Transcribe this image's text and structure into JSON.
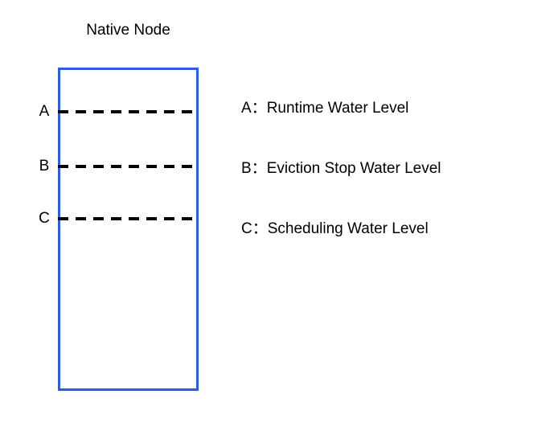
{
  "diagram": {
    "title": "Native Node",
    "type": "annotated-box-diagram",
    "background_color": "#ffffff",
    "box": {
      "border_color": "#2b5fe3",
      "fill": "none"
    },
    "line_color": "#000000",
    "text_color": "#000000"
  },
  "markers": [
    {
      "letter": "A",
      "name": "runtime-water-level"
    },
    {
      "letter": "B",
      "name": "eviction-stop-water-level"
    },
    {
      "letter": "C",
      "name": "scheduling-water-level"
    }
  ],
  "legend": [
    {
      "key": "A：",
      "label": "Runtime Water Level"
    },
    {
      "key": "B：",
      "label": "Eviction Stop Water Level"
    },
    {
      "key": "C：",
      "label": "Scheduling Water Level"
    }
  ]
}
